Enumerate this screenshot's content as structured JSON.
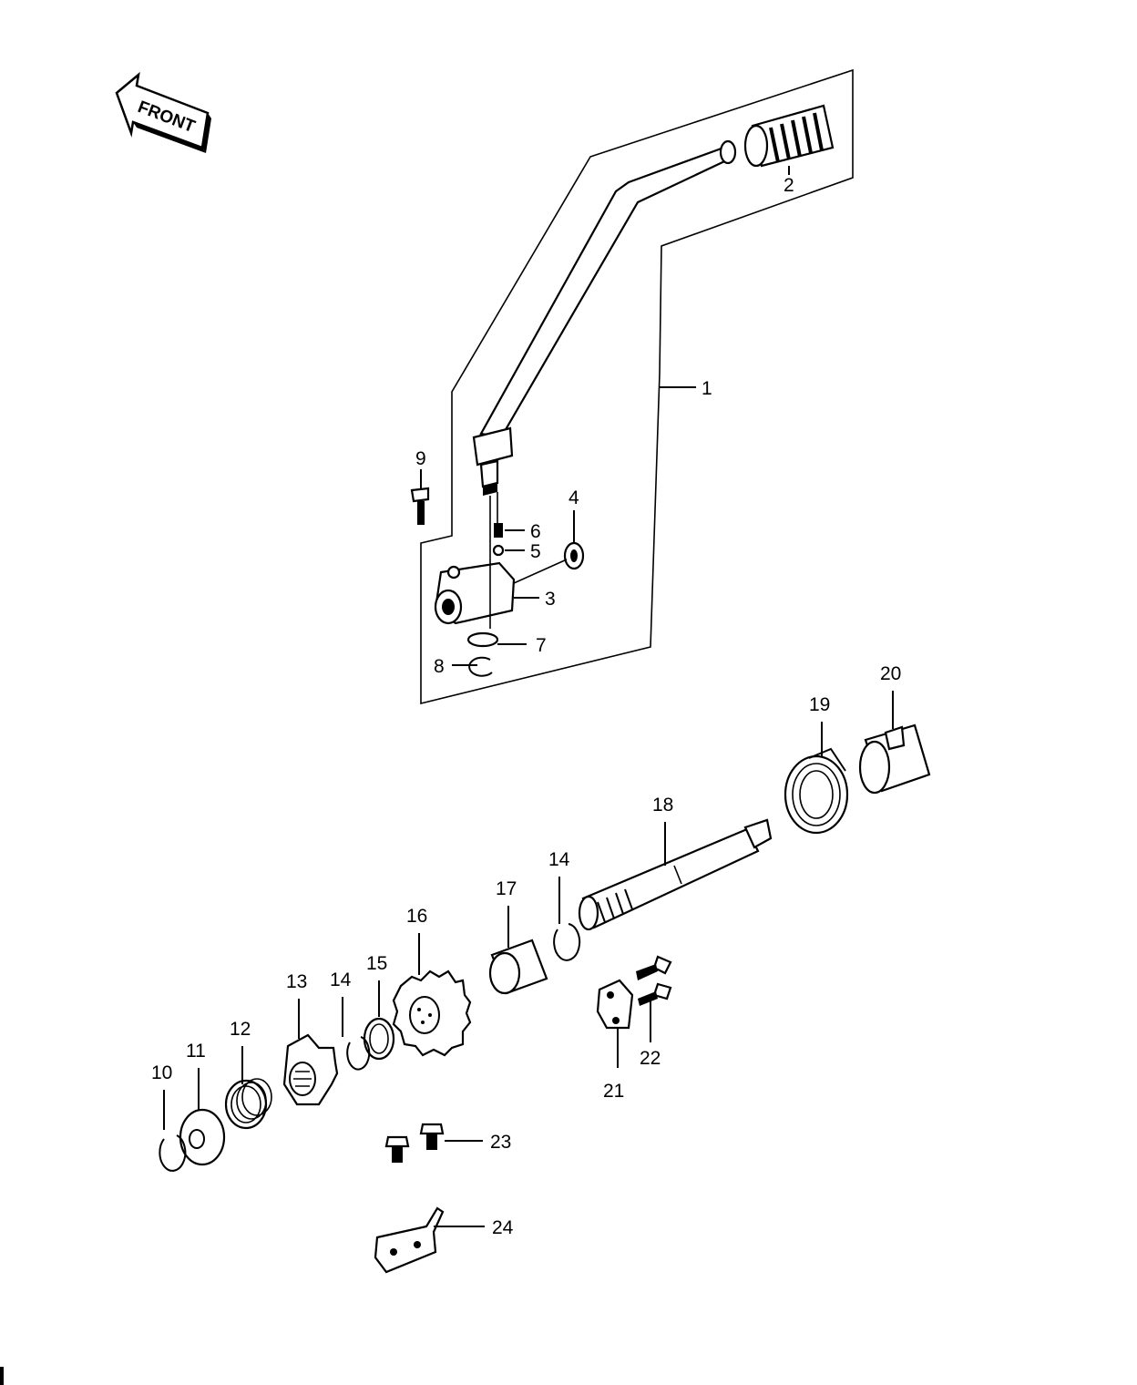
{
  "front_arrow": {
    "label": "FRONT"
  },
  "callouts": {
    "c1": "1",
    "c2": "2",
    "c3": "3",
    "c4": "4",
    "c5": "5",
    "c6": "6",
    "c7": "7",
    "c8": "8",
    "c9": "9",
    "c10": "10",
    "c11": "11",
    "c12": "12",
    "c13": "13",
    "c14a": "14",
    "c14b": "14",
    "c15": "15",
    "c16": "16",
    "c17": "17",
    "c18": "18",
    "c19": "19",
    "c20": "20",
    "c21": "21",
    "c22": "22",
    "c23": "23",
    "c24": "24"
  }
}
